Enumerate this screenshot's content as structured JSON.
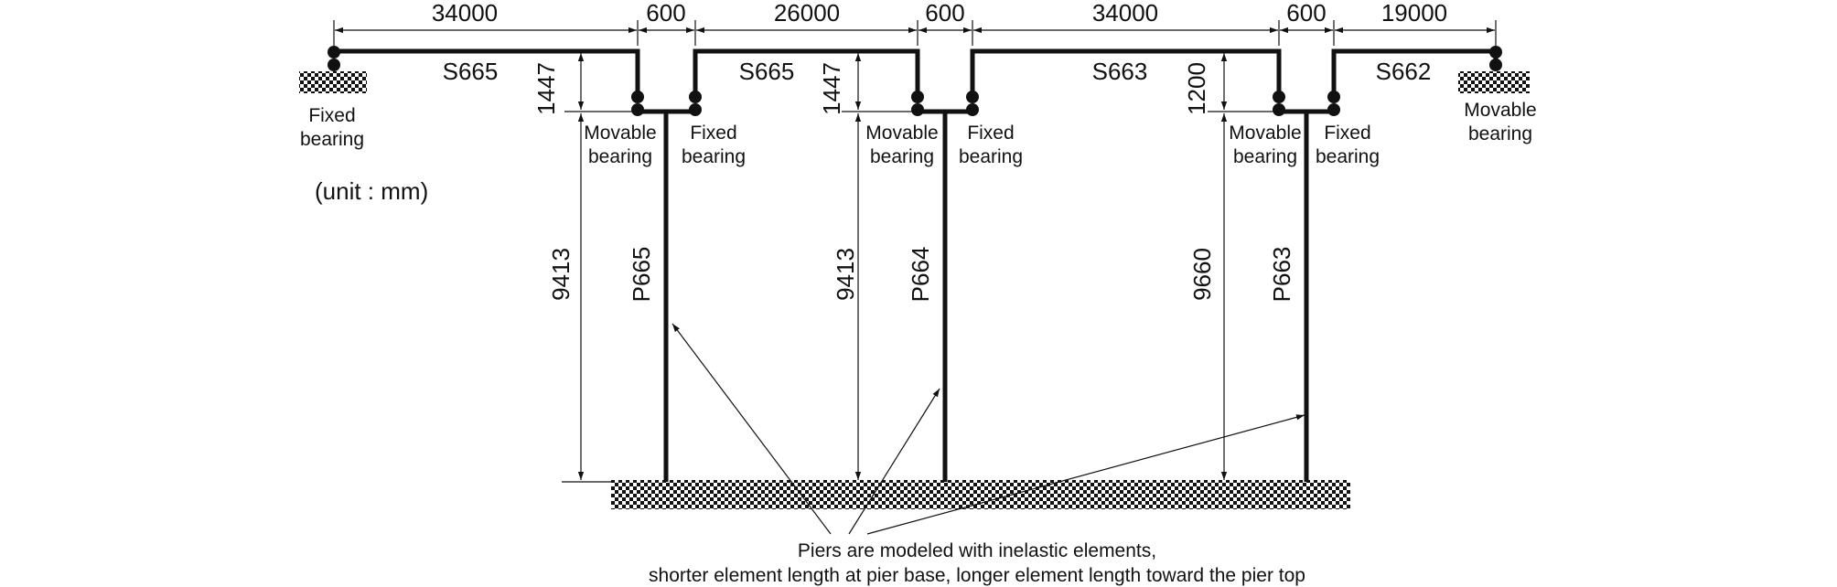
{
  "unit_label": "(unit : mm)",
  "spans": [
    {
      "name": "S665",
      "length": "34000"
    },
    {
      "name": "S665",
      "length": "26000"
    },
    {
      "name": "S663",
      "length": "34000"
    },
    {
      "name": "S662",
      "length": "19000"
    }
  ],
  "gaps": [
    "600",
    "600",
    "600"
  ],
  "piers": [
    {
      "name": "P665",
      "cap_height": "1447",
      "height": "9413"
    },
    {
      "name": "P664",
      "cap_height": "1447",
      "height": "9413"
    },
    {
      "name": "P663",
      "cap_height": "1200",
      "height": "9660"
    }
  ],
  "bearings": {
    "left_abutment": [
      "Fixed",
      "bearing"
    ],
    "right_abutment": [
      "Movable",
      "bearing"
    ],
    "pier_left": [
      "Movable",
      "bearing"
    ],
    "pier_right": [
      "Fixed",
      "bearing"
    ]
  },
  "note": [
    "Piers are modeled with inelastic elements,",
    "shorter element length at pier base, longer element length toward the pier top"
  ]
}
